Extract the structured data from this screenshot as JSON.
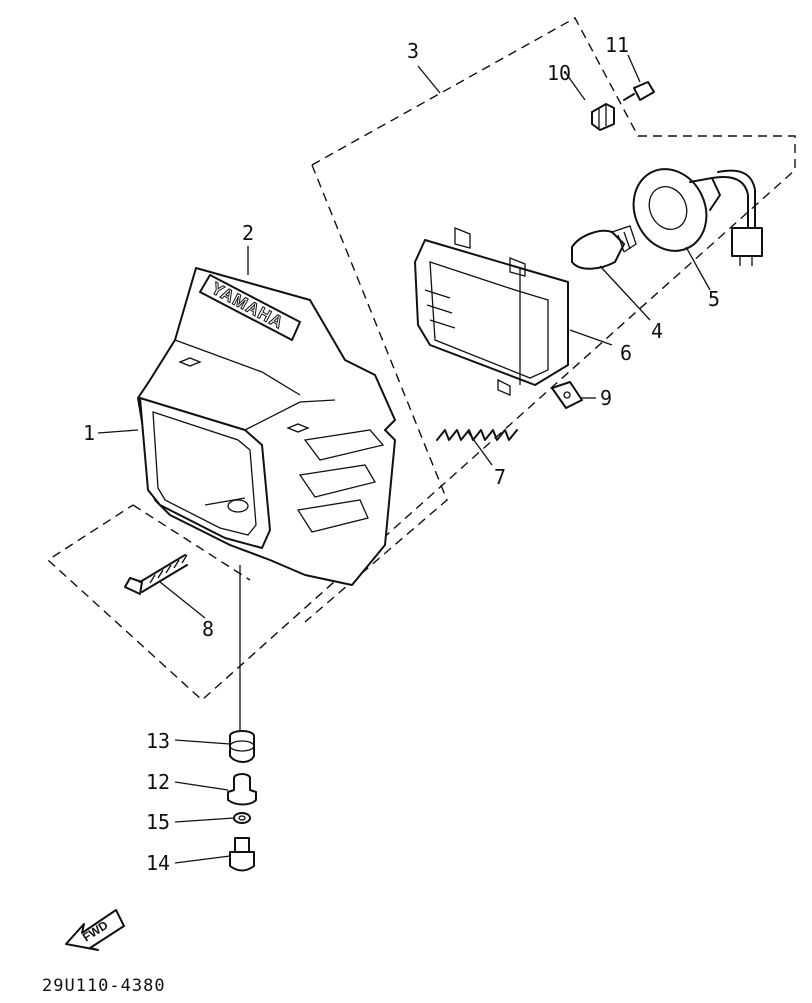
{
  "diagram": {
    "brand_text": "YAMAHA",
    "direction_label": "FWD",
    "drawing_code": "29U110-4380",
    "callouts": [
      {
        "id": "1",
        "label": "1",
        "part": "headlight-cover"
      },
      {
        "id": "2",
        "label": "2",
        "part": "emblem"
      },
      {
        "id": "3",
        "label": "3",
        "part": "headlight-assembly"
      },
      {
        "id": "4",
        "label": "4",
        "part": "bulb"
      },
      {
        "id": "5",
        "label": "5",
        "part": "socket-cord"
      },
      {
        "id": "6",
        "label": "6",
        "part": "lens-unit"
      },
      {
        "id": "7",
        "label": "7",
        "part": "spring"
      },
      {
        "id": "8",
        "label": "8",
        "part": "screw"
      },
      {
        "id": "9",
        "label": "9",
        "part": "nut"
      },
      {
        "id": "10",
        "label": "10",
        "part": "clip"
      },
      {
        "id": "11",
        "label": "11",
        "part": "screw"
      },
      {
        "id": "12",
        "label": "12",
        "part": "collar"
      },
      {
        "id": "13",
        "label": "13",
        "part": "grommet"
      },
      {
        "id": "14",
        "label": "14",
        "part": "bolt"
      },
      {
        "id": "15",
        "label": "15",
        "part": "washer"
      }
    ]
  }
}
